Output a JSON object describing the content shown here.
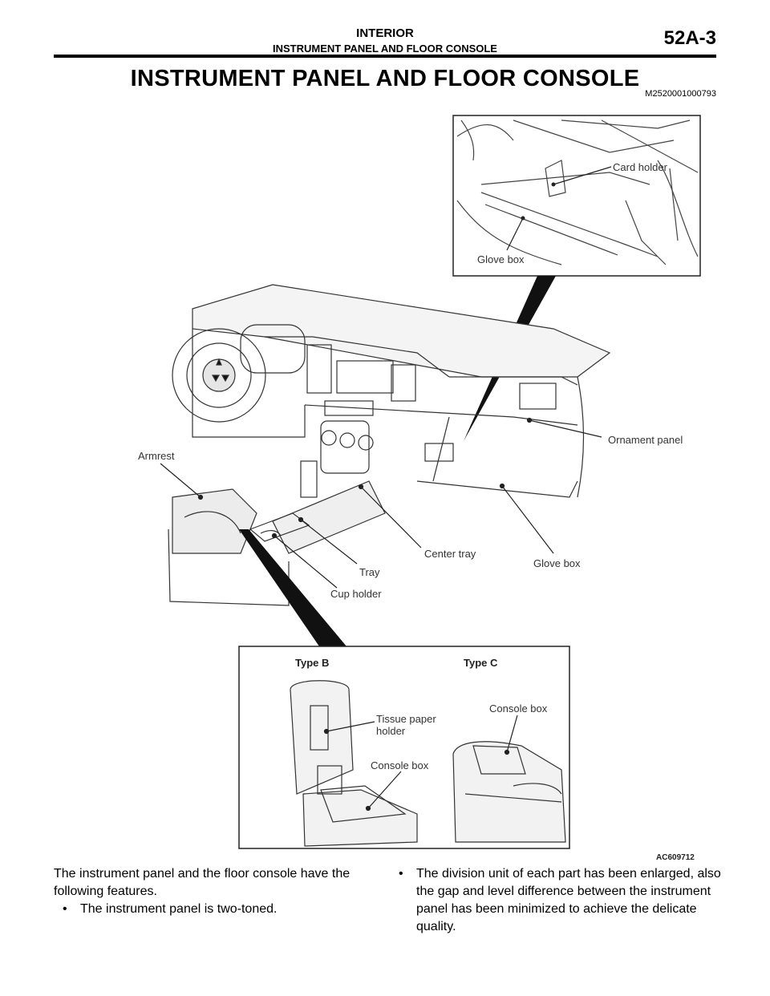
{
  "header": {
    "section": "INTERIOR",
    "subsection": "INSTRUMENT PANEL AND FLOOR CONSOLE",
    "page": "52A-3"
  },
  "title": "INSTRUMENT PANEL AND FLOOR CONSOLE",
  "doc_id": "M2520001000793",
  "figure": {
    "code": "AC609712",
    "labels": {
      "card_holder": "Card holder",
      "glove_box_top": "Glove box",
      "ornament_panel": "Ornament panel",
      "armrest": "Armrest",
      "center_tray": "Center tray",
      "glove_box": "Glove box",
      "tray": "Tray",
      "cup_holder": "Cup holder",
      "type_b": "Type B",
      "type_c": "Type C",
      "tissue_line1": "Tissue paper",
      "tissue_line2": "holder",
      "console_box_b": "Console box",
      "console_box_c": "Console box"
    }
  },
  "body": {
    "intro": "The instrument panel and the floor console have the following features.",
    "bullet_char": "•",
    "bullets": [
      "The instrument panel is two-toned.",
      "The division unit of each part has been enlarged, also the gap and level difference between the instrument panel has been minimized to achieve the delicate quality."
    ]
  }
}
